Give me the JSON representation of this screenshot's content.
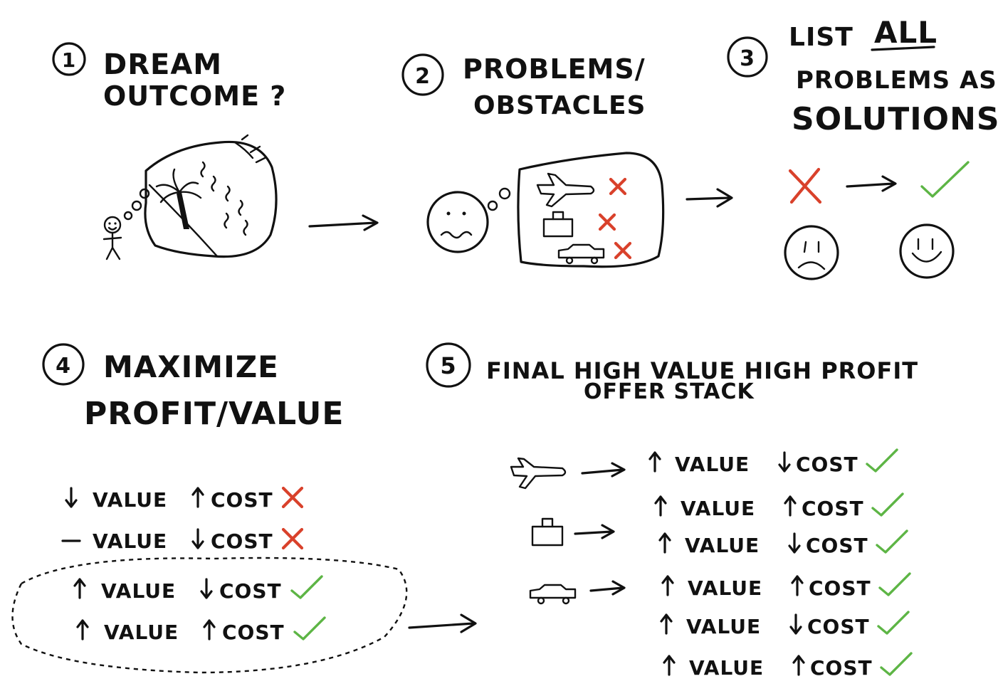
{
  "steps": [
    {
      "num": "1",
      "line1": "Dream",
      "line2": "Outcome ?"
    },
    {
      "num": "2",
      "line1": "Problems/",
      "line2": "Obstacles"
    },
    {
      "num": "3",
      "line1": "List",
      "line1b": "All",
      "line2": "Problems As",
      "line3": "Solutions"
    },
    {
      "num": "4",
      "line1": "Maximize",
      "line2": "Profit/Value"
    },
    {
      "num": "5",
      "line1": "Final High Value High Profit",
      "line2": "Offer Stack"
    }
  ],
  "value_word": "Value",
  "cost_word": "Cost",
  "maximize_rows": [
    {
      "value_dir": "down",
      "cost_dir": "up",
      "result": "x"
    },
    {
      "value_dir": "flat",
      "cost_dir": "down",
      "result": "x"
    },
    {
      "value_dir": "up",
      "cost_dir": "down",
      "result": "check"
    },
    {
      "value_dir": "up",
      "cost_dir": "up",
      "result": "check"
    }
  ],
  "stack_rows": [
    {
      "value_dir": "up",
      "cost_dir": "down",
      "result": "check"
    },
    {
      "value_dir": "up",
      "cost_dir": "up",
      "result": "check"
    },
    {
      "value_dir": "up",
      "cost_dir": "down",
      "result": "check"
    },
    {
      "value_dir": "up",
      "cost_dir": "up",
      "result": "check"
    },
    {
      "value_dir": "up",
      "cost_dir": "down",
      "result": "check"
    },
    {
      "value_dir": "up",
      "cost_dir": "up",
      "result": "check"
    }
  ],
  "stack_icons": [
    "airplane-icon",
    "bag-icon",
    "car-icon"
  ],
  "obstacle_icons": [
    "airplane-icon",
    "bag-icon",
    "car-icon"
  ],
  "colors": {
    "ink": "#111111",
    "red": "#d9412b",
    "green": "#5db545"
  }
}
